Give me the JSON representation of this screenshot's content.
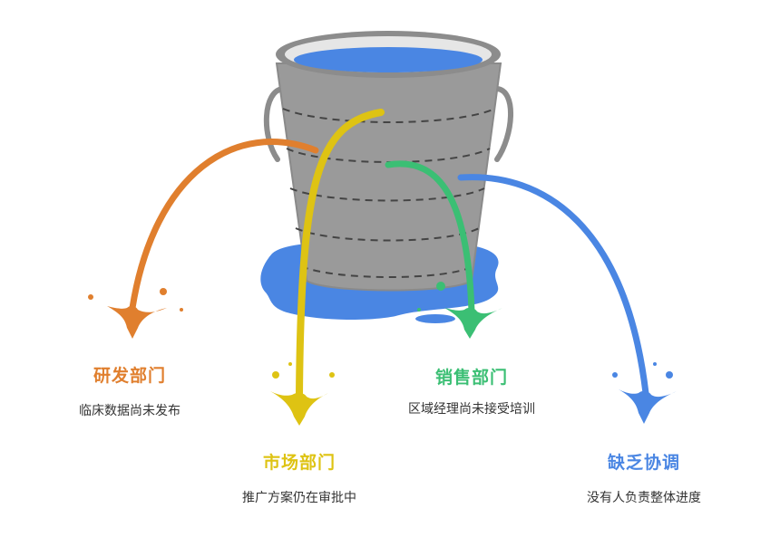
{
  "departments": [
    {
      "title": "研发部门",
      "description": "临床数据尚未发布",
      "color": "#E07F2E"
    },
    {
      "title": "市场部门",
      "description": "推广方案仍在审批中",
      "color": "#DEC313"
    },
    {
      "title": "销售部门",
      "description": "区域经理尚未接受培训",
      "color": "#3BBF74"
    },
    {
      "title": "缺乏协调",
      "description": "没有人负责整体进度",
      "color": "#4A86E3"
    }
  ],
  "colors": {
    "bucket_body": "#9A9A9A",
    "bucket_rim": "#8C8C8C",
    "water": "#4A86E3",
    "puddle": "#4A86E3"
  },
  "icons": [
    "leaking-bucket-illustration"
  ]
}
